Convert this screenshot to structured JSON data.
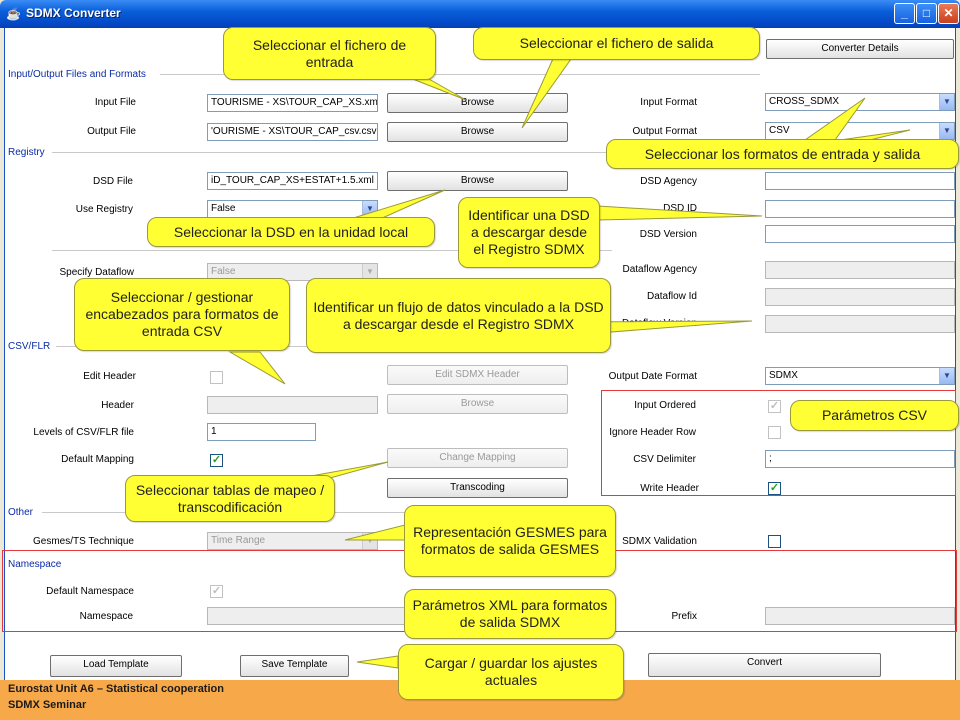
{
  "window": {
    "title": "SDMX Converter",
    "min": "_",
    "max": "□",
    "close": "✕",
    "converter_details": "Converter Details"
  },
  "sections": {
    "io": "Input/Output Files and Formats",
    "registry": "Registry",
    "csv": "CSV/FLR",
    "other": "Other",
    "namespace": "Namespace"
  },
  "io": {
    "input_file_label": "Input File",
    "input_file_value": "TOURISME - XS\\TOUR_CAP_XS.xml",
    "output_file_label": "Output File",
    "output_file_value": "'OURISME - XS\\TOUR_CAP_csv.csv",
    "browse": "Browse",
    "input_format_label": "Input Format",
    "input_format_value": "CROSS_SDMX",
    "output_format_label": "Output Format",
    "output_format_value": "CSV"
  },
  "registry": {
    "dsd_file_label": "DSD File",
    "dsd_file_value": "iD_TOUR_CAP_XS+ESTAT+1.5.xml",
    "browse": "Browse",
    "use_registry_label": "Use Registry",
    "use_registry_value": "False",
    "dsd_agency_label": "DSD Agency",
    "dsd_id_label": "DSD ID",
    "dsd_version_label": "DSD Version",
    "specify_dataflow_label": "Specify Dataflow",
    "specify_dataflow_value": "False",
    "dataflow_agency_label": "Dataflow Agency",
    "dataflow_id_label": "Dataflow Id",
    "dataflow_version_label": "Dataflow Version"
  },
  "csv": {
    "edit_header_label": "Edit Header",
    "edit_sdmx_header": "Edit SDMX Header",
    "header_label": "Header",
    "browse": "Browse",
    "levels_label": "Levels of CSV/FLR file",
    "levels_value": "1",
    "default_mapping_label": "Default Mapping",
    "change_mapping": "Change Mapping",
    "transcoding": "Transcoding",
    "output_date_format_label": "Output Date Format",
    "output_date_format_value": "SDMX",
    "input_ordered_label": "Input Ordered",
    "ignore_header_row_label": "Ignore Header Row",
    "csv_delimiter_label": "CSV Delimiter",
    "csv_delimiter_value": ";",
    "write_header_label": "Write Header",
    "check": "✓"
  },
  "other": {
    "gesmes_label": "Gesmes/TS Technique",
    "gesmes_value": "Time Range",
    "sdmx_validation_label": "SDMX Validation"
  },
  "namespace": {
    "default_namespace_label": "Default Namespace",
    "namespace_label": "Namespace",
    "prefix_label": "Prefix"
  },
  "actions": {
    "load_template": "Load Template",
    "save_template": "Save Template",
    "convert": "Convert"
  },
  "callouts": {
    "input_file": "Seleccionar el fichero de entrada",
    "output_file": "Seleccionar el fichero de salida",
    "formats": "Seleccionar los formatos de entrada y salida",
    "dsd_local": "Seleccionar la DSD en la unidad local",
    "dsd_registry": "Identificar una DSD a descargar desde el Registro SDMX",
    "csv_headers": "Seleccionar / gestionar encabezados para formatos de entrada CSV",
    "dataflow": "Identificar un flujo de datos vinculado a la DSD a descargar desde el Registro SDMX",
    "csv_params": "Parámetros CSV",
    "mapping": "Seleccionar tablas de mapeo / transcodificación",
    "gesmes": "Representación GESMES para formatos de salida GESMES",
    "xml_params": "Parámetros XML para formatos de salida SDMX",
    "templates": "Cargar / guardar los ajustes actuales"
  },
  "footer": {
    "line1": "Eurostat Unit A6 – Statistical cooperation",
    "line2": "SDMX Seminar"
  }
}
